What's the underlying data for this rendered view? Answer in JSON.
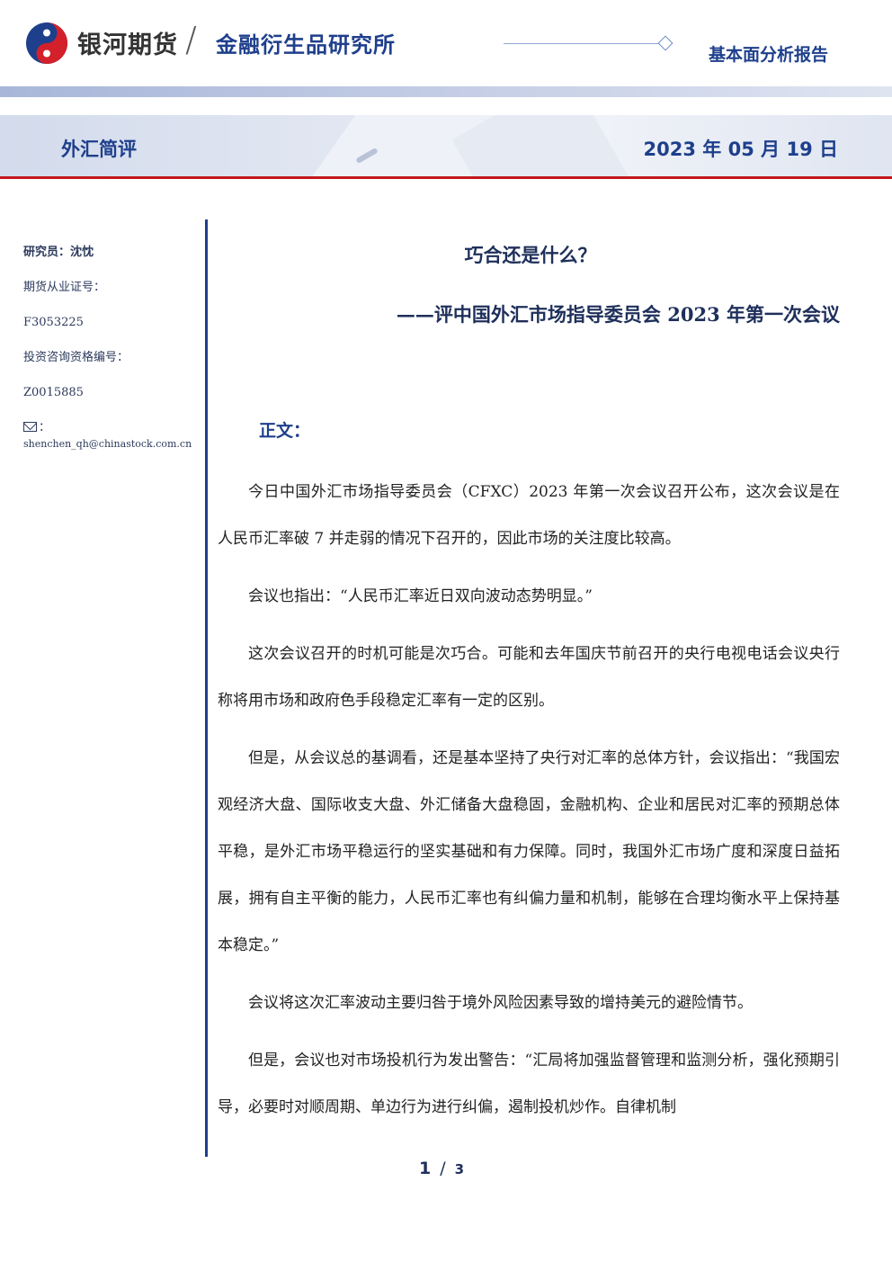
{
  "header": {
    "brand": "银河期货",
    "institute": "金融衍生品研究所",
    "report_type": "基本面分析报告"
  },
  "subheader": {
    "category": "外汇简评",
    "date": "2023 年 05 月 19 日"
  },
  "sidebar": {
    "researcher": "研究员：沈忱",
    "futures_license_label": "期货从业证号：",
    "futures_license": "F3053225",
    "consult_license_label": "投资咨询资格编号：",
    "consult_license": "Z0015885",
    "email_prefix": "：",
    "email": "shenchen_qh@chinastock.com.cn"
  },
  "article": {
    "title": "巧合还是什么？",
    "subtitle": "——评中国外汇市场指导委员会 2023 年第一次会议",
    "section": "正文：",
    "paragraphs": [
      "今日中国外汇市场指导委员会（CFXC）2023 年第一次会议召开公布，这次会议是在人民币汇率破 7 并走弱的情况下召开的，因此市场的关注度比较高。",
      "会议也指出：“人民币汇率近日双向波动态势明显。”",
      "这次会议召开的时机可能是次巧合。可能和去年国庆节前召开的央行电视电话会议央行称将用市场和政府色手段稳定汇率有一定的区别。",
      "但是，从会议总的基调看，还是基本坚持了央行对汇率的总体方针，会议指出：“我国宏观经济大盘、国际收支大盘、外汇储备大盘稳固，金融机构、企业和居民对汇率的预期总体平稳，是外汇市场平稳运行的坚实基础和有力保障。同时，我国外汇市场广度和深度日益拓展，拥有自主平衡的能力，人民币汇率也有纠偏力量和机制，能够在合理均衡水平上保持基本稳定。”",
      "会议将这次汇率波动主要归咎于境外风险因素导致的增持美元的避险情节。",
      "但是，会议也对市场投机行为发出警告：“汇局将加强监督管理和监测分析，强化预期引导，必要时对顺周期、单边行为进行纠偏，遏制投机炒作。自律机制"
    ]
  },
  "footer": {
    "page": "1",
    "total": "3"
  },
  "colors": {
    "brand_blue": "#1e3f8c",
    "accent_red": "#c4161c"
  }
}
